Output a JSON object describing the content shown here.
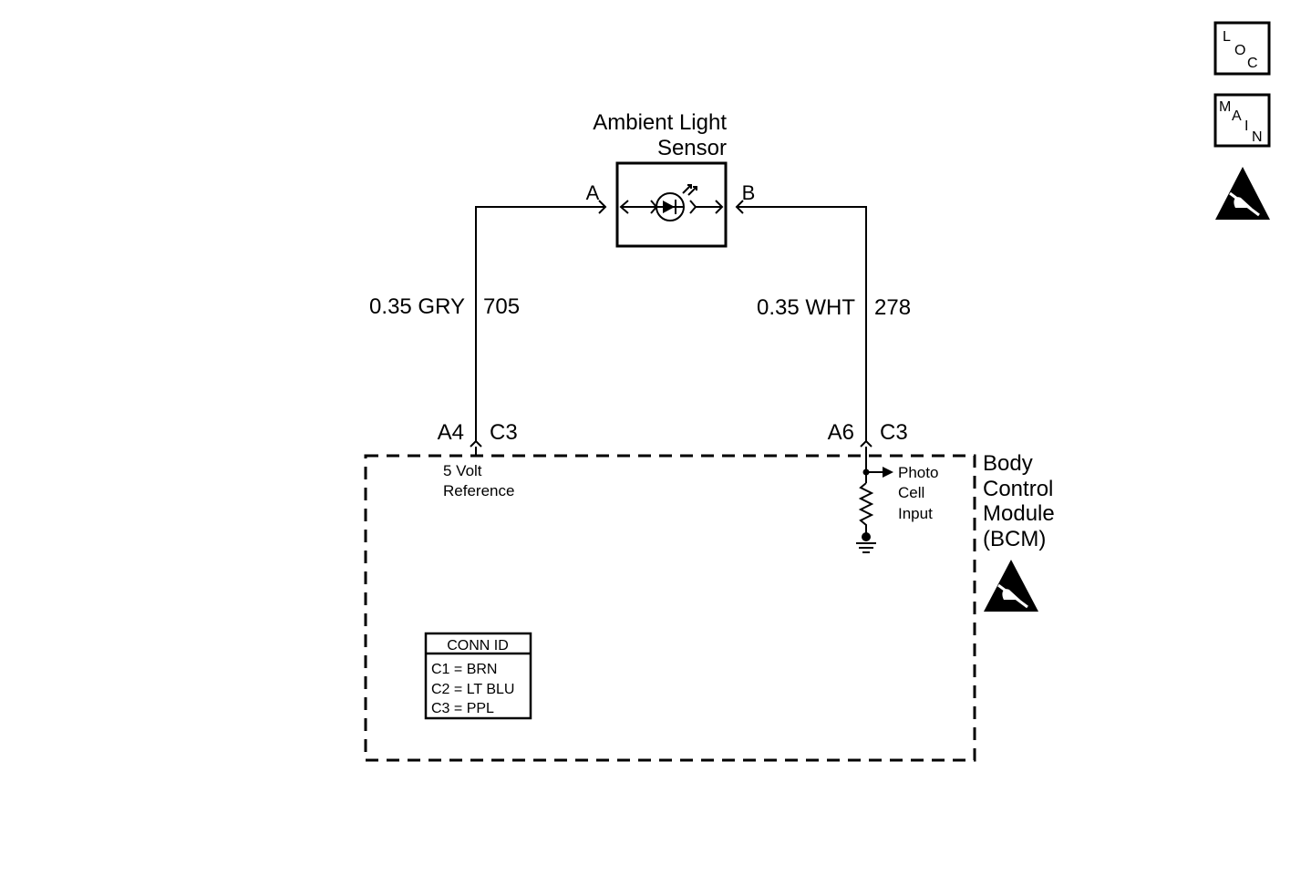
{
  "sensor": {
    "title_line1": "Ambient Light",
    "title_line2": "Sensor",
    "pin_a": "A",
    "pin_b": "B"
  },
  "wires": {
    "left": {
      "gauge_color": "0.35 GRY",
      "circuit": "705",
      "pin": "A4",
      "connector": "C3"
    },
    "right": {
      "gauge_color": "0.35 WHT",
      "circuit": "278",
      "pin": "A6",
      "connector": "C3"
    }
  },
  "bcm": {
    "name_line1": "Body",
    "name_line2": "Control",
    "name_line3": "Module",
    "name_line4": "(BCM)",
    "left_circuit_line1": "5 Volt",
    "left_circuit_line2": "Reference",
    "right_circuit_line1": "Photo",
    "right_circuit_line2": "Cell",
    "right_circuit_line3": "Input"
  },
  "conn_id": {
    "header": "CONN ID",
    "rows": [
      "C1 = BRN",
      "C2 = LT BLU",
      "C3 = PPL"
    ]
  },
  "side_icons": {
    "loc": {
      "l1": "L",
      "l2": "O",
      "l3": "C"
    },
    "main": {
      "l1": "M",
      "l2": "A",
      "l3": "I",
      "l4": "N"
    }
  },
  "icons": [
    "loc-icon",
    "main-icon",
    "esd-icon"
  ]
}
